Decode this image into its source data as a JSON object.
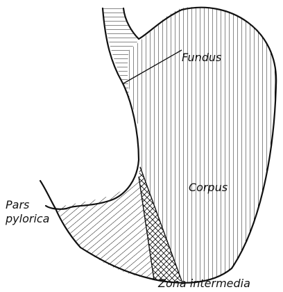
{
  "labels": {
    "fundus": "Fundus",
    "corpus": "Corpus",
    "pars_pylorica_line1": "Pars",
    "pars_pylorica_line2": "pylorica",
    "zona_intermedia": "Zona intermedia"
  },
  "colors": {
    "ink": "#111111",
    "background": "#ffffff"
  }
}
